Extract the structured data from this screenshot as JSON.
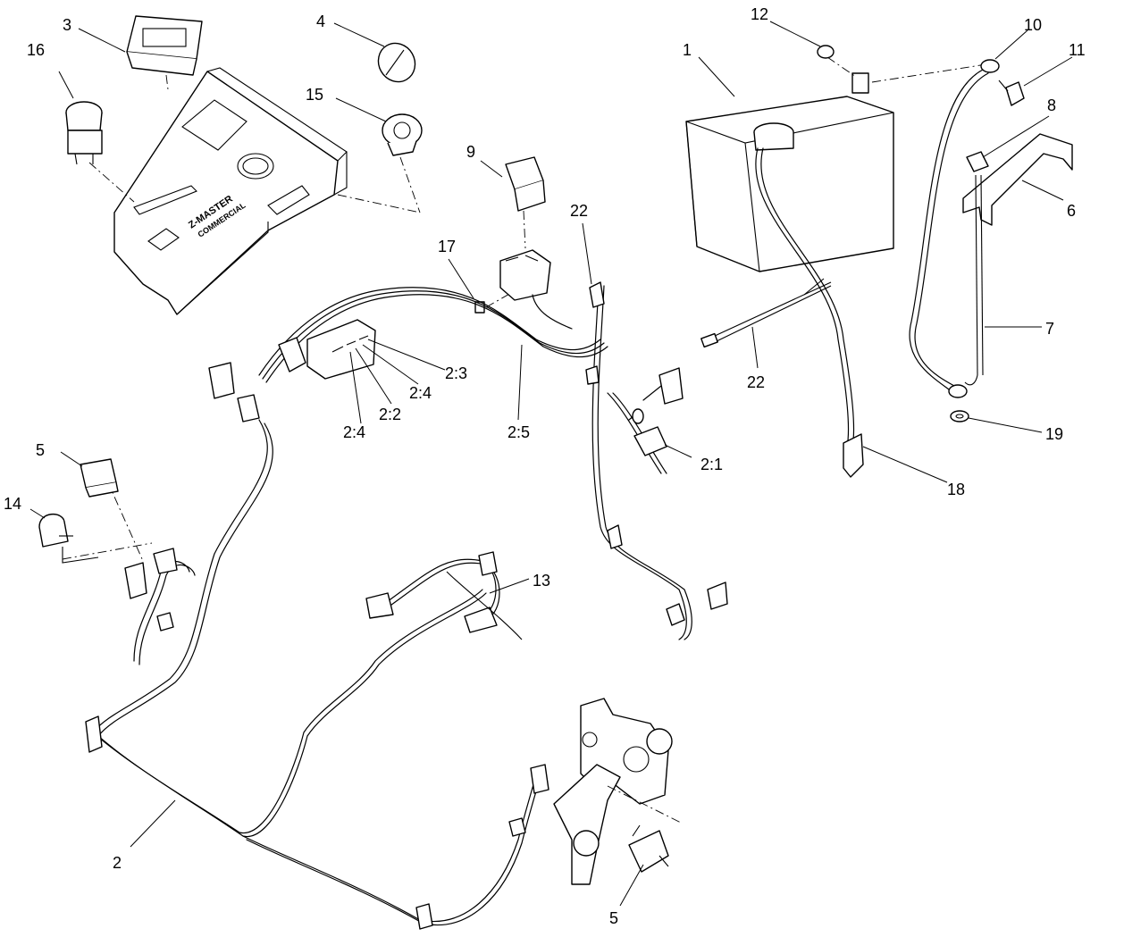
{
  "diagram": {
    "panel_text": {
      "line1": "Z-MASTER",
      "line2": "COMMERCIAL"
    },
    "callouts": [
      {
        "id": "c1",
        "text": "1"
      },
      {
        "id": "c2",
        "text": "2"
      },
      {
        "id": "c2_1",
        "text": "2:1"
      },
      {
        "id": "c2_2",
        "text": "2:2"
      },
      {
        "id": "c2_3",
        "text": "2:3"
      },
      {
        "id": "c2_4a",
        "text": "2:4"
      },
      {
        "id": "c2_4b",
        "text": "2:4"
      },
      {
        "id": "c2_5",
        "text": "2:5"
      },
      {
        "id": "c3",
        "text": "3"
      },
      {
        "id": "c4",
        "text": "4"
      },
      {
        "id": "c5a",
        "text": "5"
      },
      {
        "id": "c5b",
        "text": "5"
      },
      {
        "id": "c6",
        "text": "6"
      },
      {
        "id": "c7",
        "text": "7"
      },
      {
        "id": "c8",
        "text": "8"
      },
      {
        "id": "c9",
        "text": "9"
      },
      {
        "id": "c10",
        "text": "10"
      },
      {
        "id": "c11",
        "text": "11"
      },
      {
        "id": "c12",
        "text": "12"
      },
      {
        "id": "c13",
        "text": "13"
      },
      {
        "id": "c14",
        "text": "14"
      },
      {
        "id": "c15",
        "text": "15"
      },
      {
        "id": "c16",
        "text": "16"
      },
      {
        "id": "c17",
        "text": "17"
      },
      {
        "id": "c18",
        "text": "18"
      },
      {
        "id": "c19",
        "text": "19"
      },
      {
        "id": "c22a",
        "text": "22"
      },
      {
        "id": "c22b",
        "text": "22"
      }
    ]
  }
}
